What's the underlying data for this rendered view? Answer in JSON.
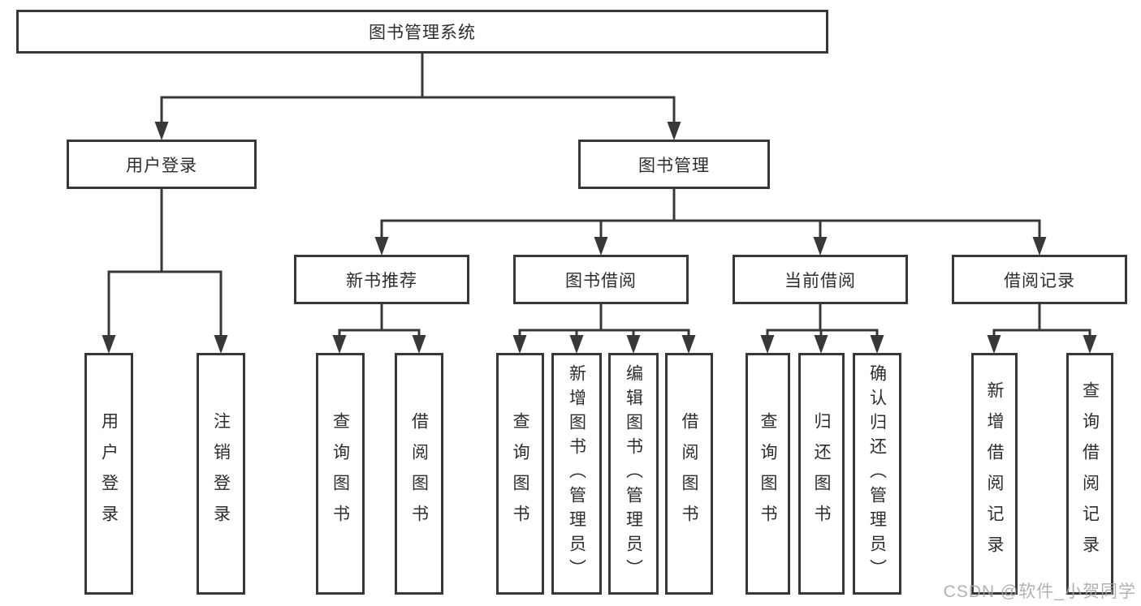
{
  "root": {
    "label": "图书管理系统"
  },
  "branches": {
    "user_login": {
      "label": "用户登录",
      "children": [
        {
          "label": "用户登录"
        },
        {
          "label": "注销登录"
        }
      ]
    },
    "book_management": {
      "label": "图书管理",
      "sections": [
        {
          "label": "新书推荐",
          "children": [
            {
              "label": "查询图书"
            },
            {
              "label": "借阅图书"
            }
          ]
        },
        {
          "label": "图书借阅",
          "children": [
            {
              "label": "查询图书"
            },
            {
              "label": "新增图书（管理员）"
            },
            {
              "label": "编辑图书（管理员）"
            },
            {
              "label": "借阅图书"
            }
          ]
        },
        {
          "label": "当前借阅",
          "children": [
            {
              "label": "查询图书"
            },
            {
              "label": "归还图书"
            },
            {
              "label": "确认归还（管理员）"
            }
          ]
        },
        {
          "label": "借阅记录",
          "children": [
            {
              "label": "新增借阅记录"
            },
            {
              "label": "查询借阅记录"
            }
          ]
        }
      ]
    }
  },
  "watermark": {
    "text": "CSDN @软件_小贺同学"
  },
  "colors": {
    "line": "#383838",
    "node_text": "#2d2d2d",
    "background": "#ffffff",
    "watermark": "#a5a5a5"
  }
}
